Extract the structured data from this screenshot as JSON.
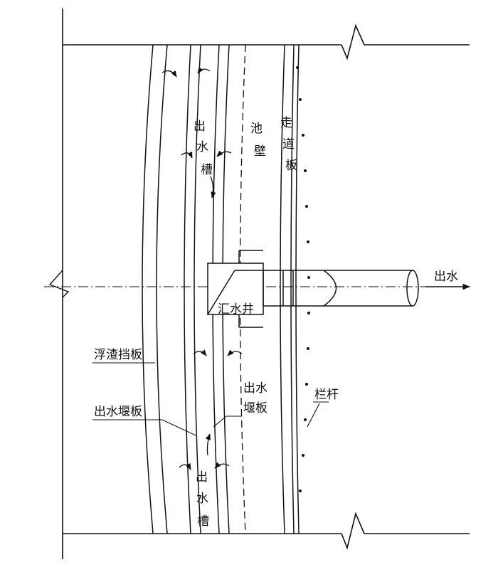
{
  "labels": {
    "outlet_trough_top": [
      "出",
      "水",
      "槽"
    ],
    "tank_wall": [
      "池",
      "壁"
    ],
    "walkway_board": [
      "走",
      "道",
      "板"
    ],
    "outlet_arrow": "出水",
    "collection_well": "汇水井",
    "scum_baffle": "浮渣挡板",
    "outlet_weir_left": "出水堰板",
    "outlet_weir_right": [
      "出水",
      "堰板"
    ],
    "railing": "栏杆",
    "outlet_trough_bottom": [
      "出",
      "水",
      "槽"
    ]
  },
  "colors": {
    "line": "#111111",
    "background": "#ffffff"
  }
}
